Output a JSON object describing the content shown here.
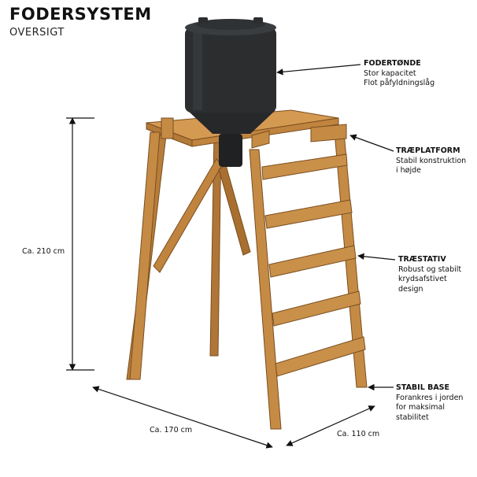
{
  "header": {
    "title": "FODERSYSTEM",
    "subtitle": "OVERSIGT"
  },
  "callouts": [
    {
      "title": "FODERTØNDE",
      "lines": [
        "Stor kapacitet",
        "Flot påfyldningslåg"
      ]
    },
    {
      "title": "TRÆPLATFORM",
      "lines": [
        "Stabil konstruktion",
        "i højde"
      ]
    },
    {
      "title": "TRÆSTATIV",
      "lines": [
        "Robust og stabilt",
        "krydsafstivet",
        "design"
      ]
    },
    {
      "title": "STABIL BASE",
      "lines": [
        "Forankres i jorden",
        "for maksimal stabilitet"
      ]
    }
  ],
  "dimensions": {
    "height": "Ca. 210 cm",
    "width": "Ca. 170 cm",
    "depth": "Ca. 110 cm"
  },
  "colors": {
    "wood": "#c58b45",
    "wood_dark": "#8a5a24",
    "barrel": "#2b2d2f",
    "barrel_light": "#45484b"
  }
}
